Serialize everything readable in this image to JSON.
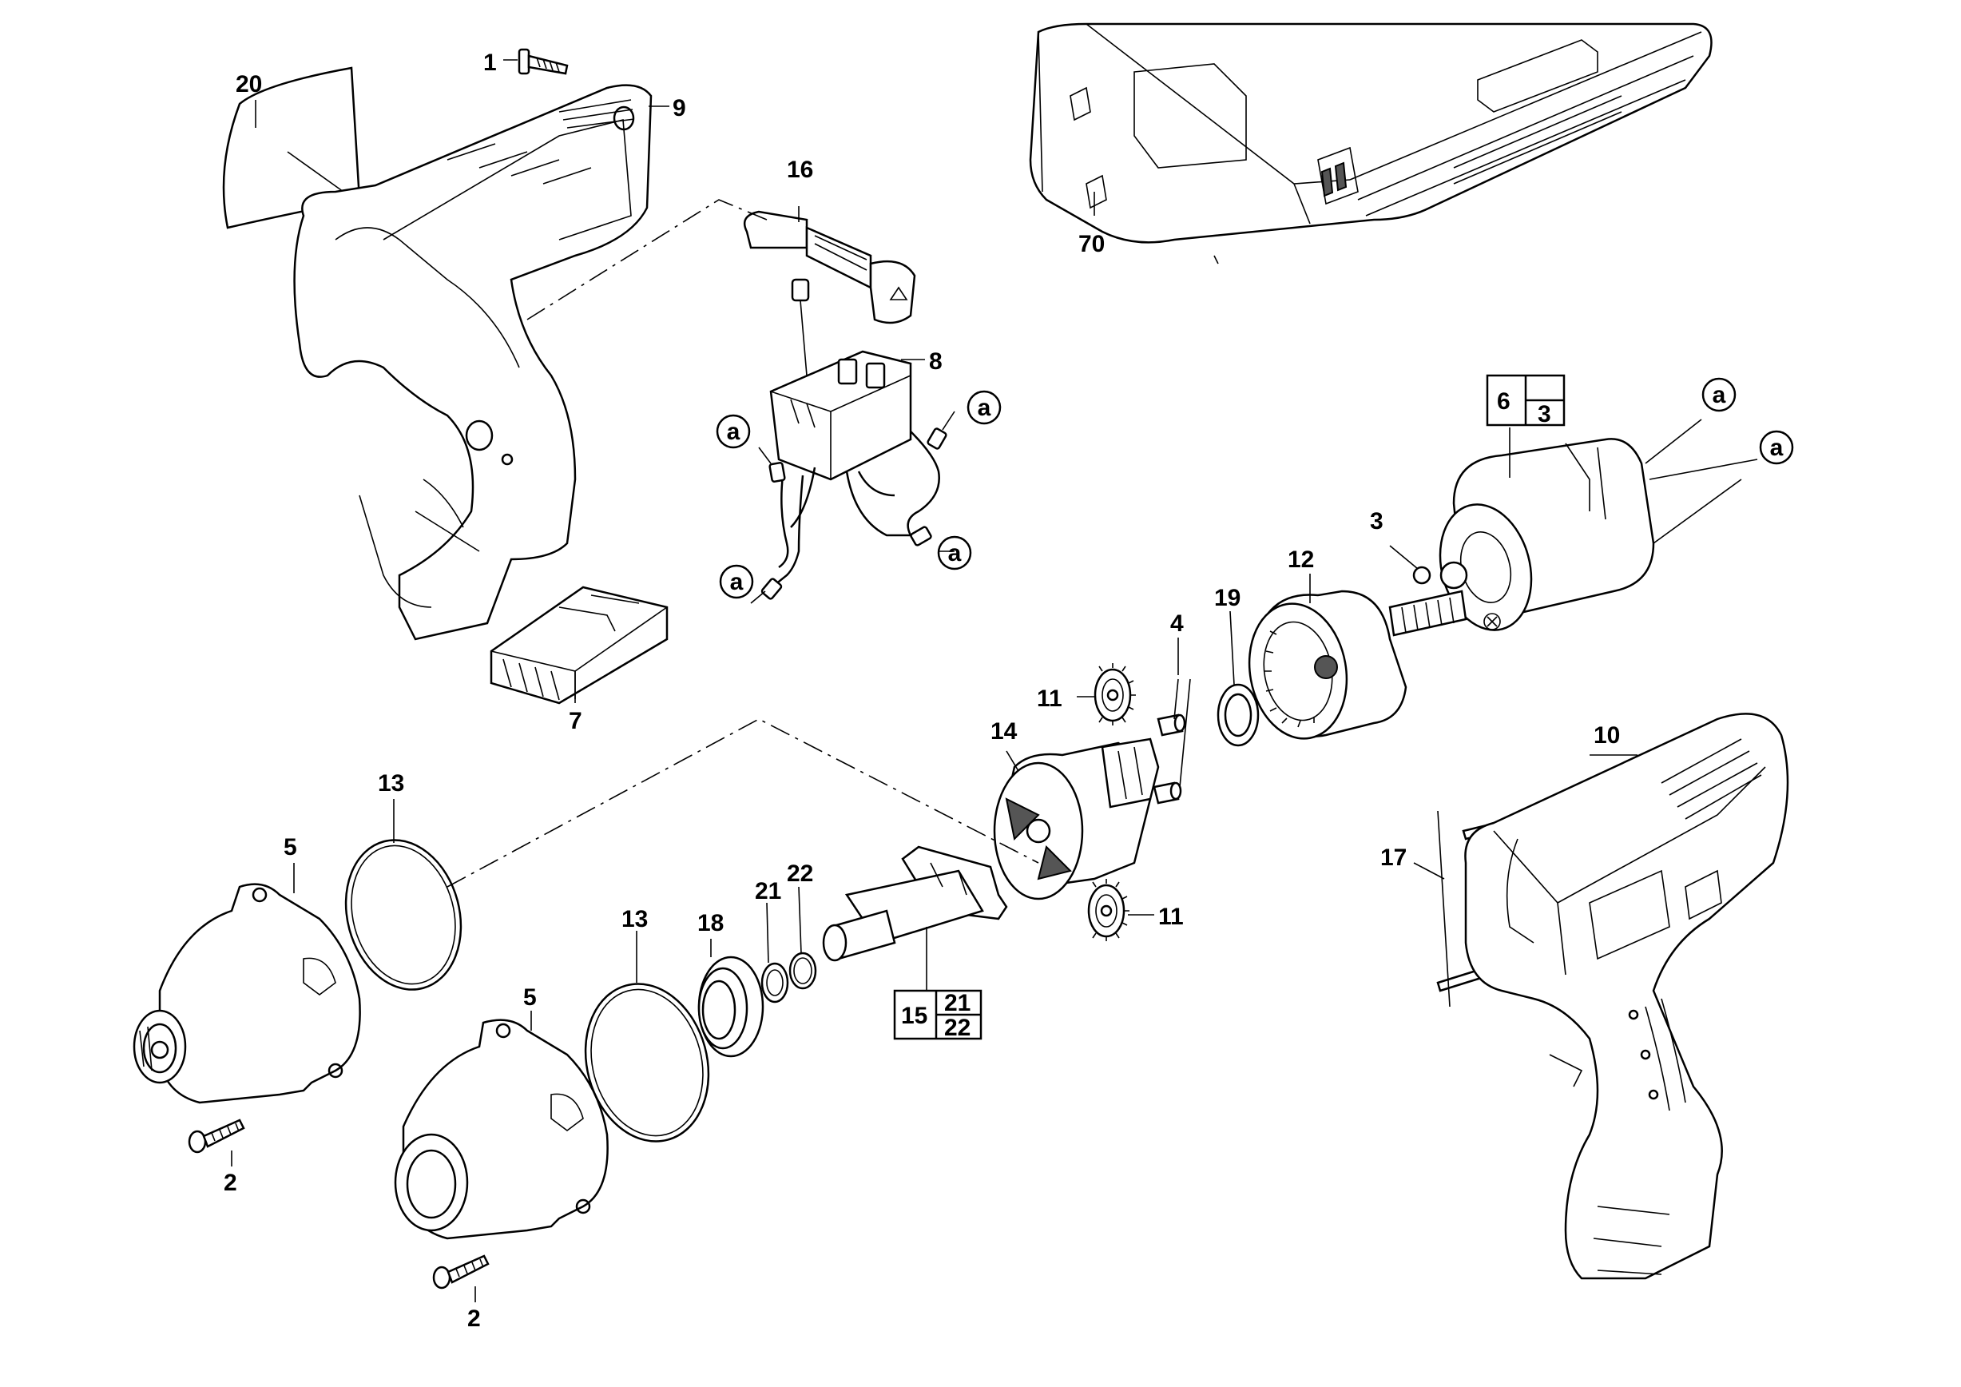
{
  "part_labels": {
    "p1": "1",
    "p2a": "2",
    "p2b": "2",
    "p3": "3",
    "p4": "4",
    "p5a": "5",
    "p5b": "5",
    "p7": "7",
    "p8": "8",
    "p9": "9",
    "p10": "10",
    "p11a": "11",
    "p11b": "11",
    "p12": "12",
    "p13a": "13",
    "p13b": "13",
    "p14": "14",
    "p16": "16",
    "p17": "17",
    "p18": "18",
    "p19": "19",
    "p20": "20",
    "p21": "21",
    "p22": "22",
    "p70": "70"
  },
  "connector_letter": "a",
  "kits": {
    "motor": {
      "main": "6",
      "sub": "3"
    },
    "spindle": {
      "main": "15",
      "sub_top": "21",
      "sub_bottom": "22"
    }
  }
}
